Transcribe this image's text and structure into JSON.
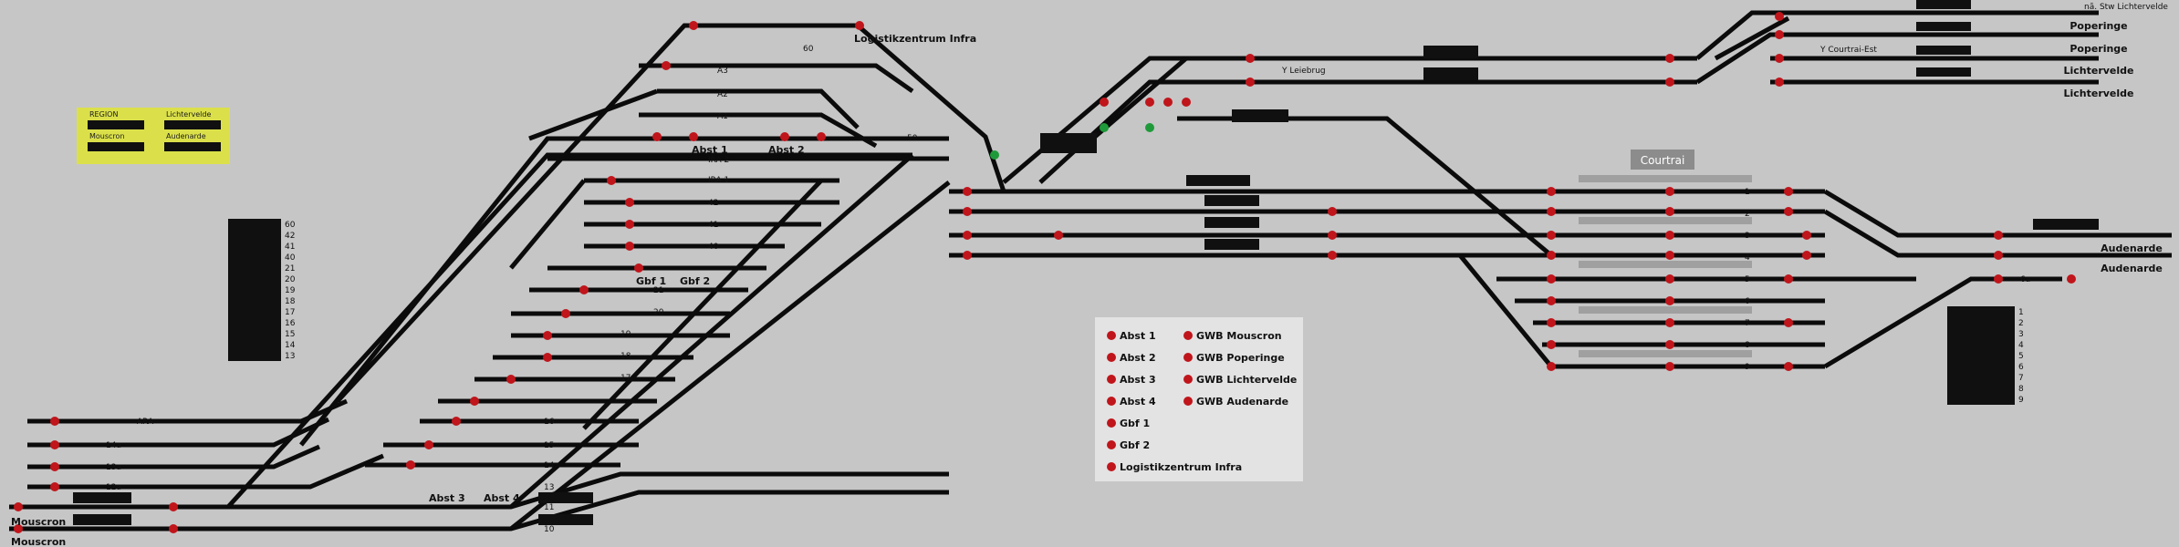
{
  "station_title": "Courtrai",
  "labels": {
    "logistik": "Logistikzentrum Infra",
    "leiebrug": "Y Leiebrug",
    "courtrai_est": "Y Courtrai-Est",
    "stw_lichtervelde": "nã. Stw Lichtervelde",
    "poperinge_1": "Poperinge",
    "poperinge_2": "Poperinge",
    "lichtervelde_1": "Lichtervelde",
    "lichtervelde_2": "Lichtervelde",
    "audenarde_1": "Audenarde",
    "audenarde_2": "Audenarde",
    "mouscron_1": "Mouscron",
    "mouscron_2": "Mouscron",
    "abst1": "Abst 1",
    "abst2": "Abst 2",
    "abst3": "Abst 3",
    "abst4": "Abst 4",
    "gbf1": "Gbf 1",
    "gbf2": "Gbf 2"
  },
  "region_panel": {
    "items": [
      {
        "title": "REGION",
        "name": "Mouscron"
      },
      {
        "title": "Lichtervelde",
        "name": "Audenarde"
      }
    ]
  },
  "track_numbers": {
    "west": [
      "ARA",
      "14a",
      "13a",
      "12a",
      "11",
      "10"
    ],
    "yard": [
      "60",
      "A3",
      "A2",
      "A1",
      "IRA 2",
      "IRA 1",
      "42",
      "41",
      "40",
      "21",
      "20",
      "19",
      "18",
      "17",
      "16",
      "15",
      "14",
      "13",
      "50"
    ],
    "station": [
      "1",
      "2",
      "3",
      "4",
      "5",
      "6",
      "7",
      "8",
      "9"
    ],
    "east": [
      "6a"
    ]
  },
  "counter_left": {
    "labels": [
      "60",
      "42",
      "41",
      "40",
      "21",
      "20",
      "19",
      "18",
      "17",
      "16",
      "15",
      "14",
      "13"
    ]
  },
  "counter_right": {
    "labels": [
      "1",
      "2",
      "3",
      "4",
      "5",
      "6",
      "7",
      "8",
      "9"
    ]
  },
  "legend": {
    "col1": [
      "Abst 1",
      "Abst 2",
      "Abst 3",
      "Abst 4",
      "Gbf 1",
      "Gbf 2",
      "Logistikzentrum Infra"
    ],
    "col2": [
      "GWB Mouscron",
      "GWB Poperinge",
      "GWB Lichtervelde",
      "GWB Audenarde"
    ]
  },
  "colors": {
    "background": "#c6c6c6",
    "track": "#0b0b0b",
    "signal_red": "#c0151b",
    "signal_green": "#1f9a3a",
    "panel_yellow": "#dbe04a",
    "legend_bg": "#e3e3e3",
    "title_bg": "#8c8c8c"
  }
}
